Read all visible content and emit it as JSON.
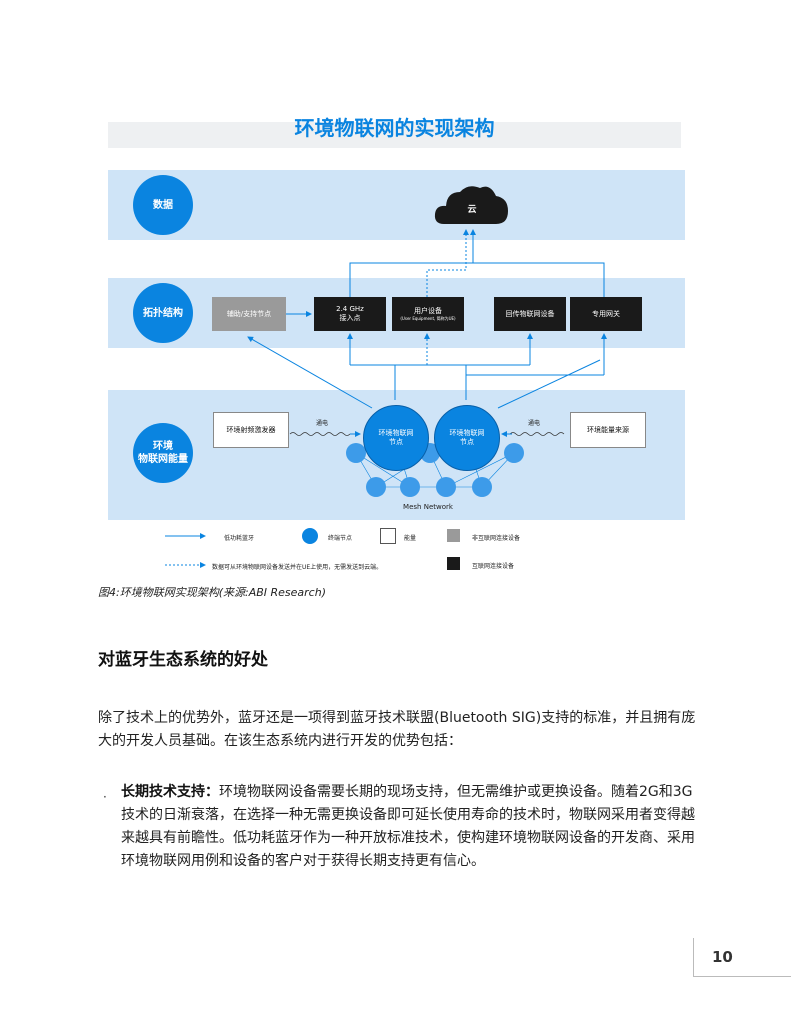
{
  "figure": {
    "title": "环境物联网的实现架构",
    "labels": {
      "data": "数据",
      "topology": "拓扑结构",
      "energy": "环境\n物联网能量"
    },
    "cloud": "云",
    "boxes": {
      "aux_node": "辅助/支持节点",
      "ghz_line1": "2.4 GHz",
      "ghz_line2": "接入点",
      "ue_line1": "用户设备",
      "ue_line2": "(User Equipment, 简称为UE)",
      "backhaul": "回传物联网设备",
      "gateway": "专用网关",
      "rf_exciter": "环境射频激发器",
      "energy_source": "环境能量来源"
    },
    "nodes": {
      "left": "环境物联网\n节点",
      "right": "环境物联网\n节点"
    },
    "power_left": "通电",
    "power_right": "通电",
    "mesh": "Mesh Network",
    "legend": {
      "ble": "低功耗蓝牙",
      "end_node": "终端节点",
      "energy": "能量",
      "non_internet": "非互联网连接设备",
      "dotted": "数据可从环境物联网设备发送并在UE上使用，无需发送到云端。",
      "internet": "互联网连接设备"
    }
  },
  "caption": "图4:环境物联网实现架构(来源:ABI Research)",
  "section_title": "对蓝牙生态系统的好处",
  "intro": "除了技术上的优势外，蓝牙还是一项得到蓝牙技术联盟(Bluetooth SIG)支持的标准，并且拥有庞大的开发人员基础。在该生态系统内进行开发的优势包括：",
  "bullet": {
    "marker": "·",
    "bold": "长期技术支持：",
    "text": "环境物联网设备需要长期的现场支持，但无需维护或更换设备。随着2G和3G技术的日渐衰落，在选择一种无需更换设备即可延长使用寿命的技术时，物联网采用者变得越来越具有前瞻性。低功耗蓝牙作为一种开放标准技术，使构建环境物联网设备的开发商、采用环境物联网用例和设备的客户对于获得长期支持更有信心。"
  },
  "page_number": "10",
  "colors": {
    "accent": "#0a84e0",
    "band": "#cfe4f7",
    "dark_box": "#1a1a1a",
    "grey_box": "#9a9a9a"
  }
}
